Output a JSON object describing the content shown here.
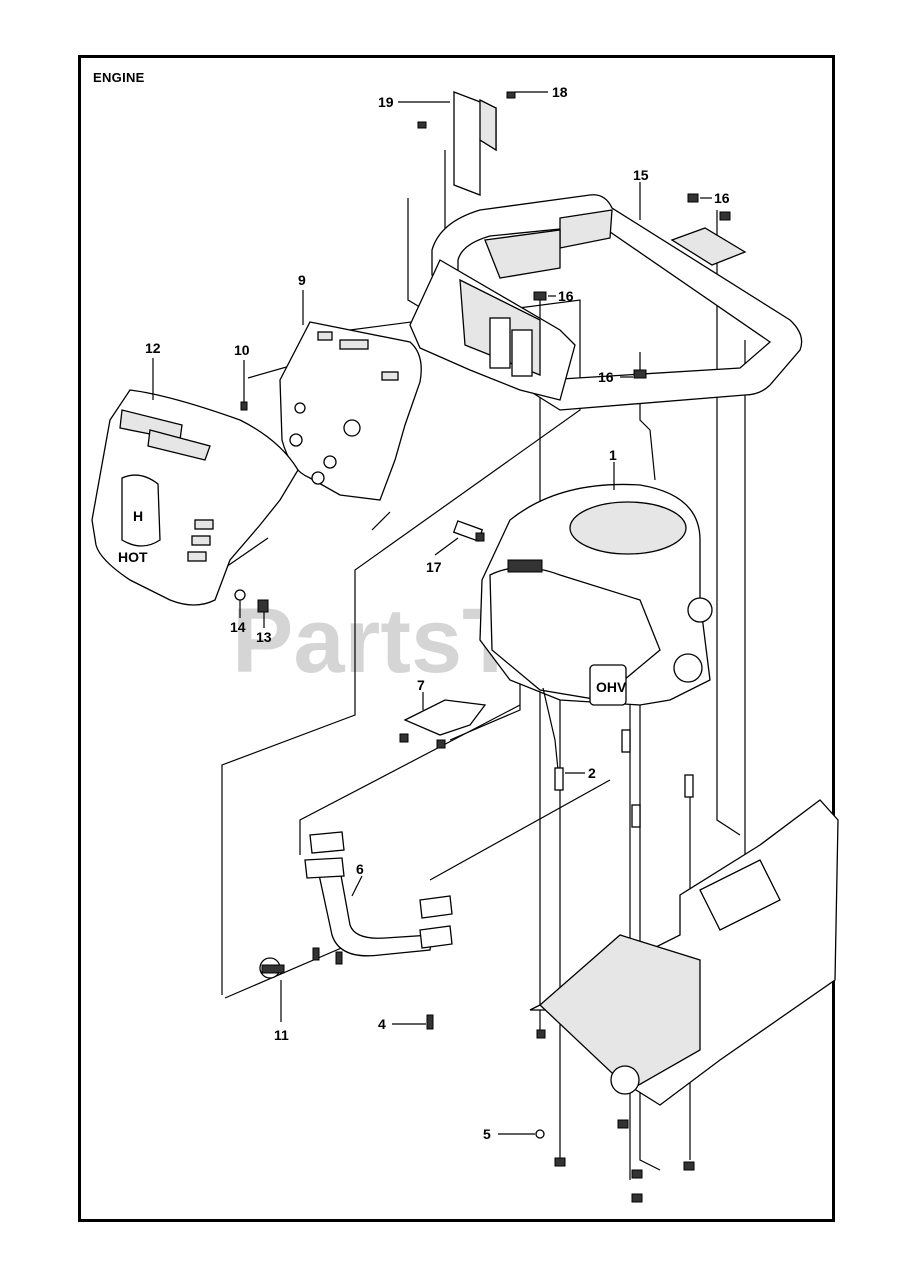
{
  "title": "ENGINE",
  "watermark": "PartsTree",
  "callouts": {
    "c1": "1",
    "c2": "2",
    "c4": "4",
    "c5": "5",
    "c6": "6",
    "c7": "7",
    "c9": "9",
    "c10": "10",
    "c11": "11",
    "c12": "12",
    "c13": "13",
    "c14": "14",
    "c15": "15",
    "c16a": "16",
    "c16b": "16",
    "c16c": "16",
    "c17": "17",
    "c18": "18",
    "c19": "19"
  },
  "engine_markings": {
    "ohv": "OHV"
  },
  "hood_markings": {
    "hot": "HOT",
    "logo": "H"
  }
}
